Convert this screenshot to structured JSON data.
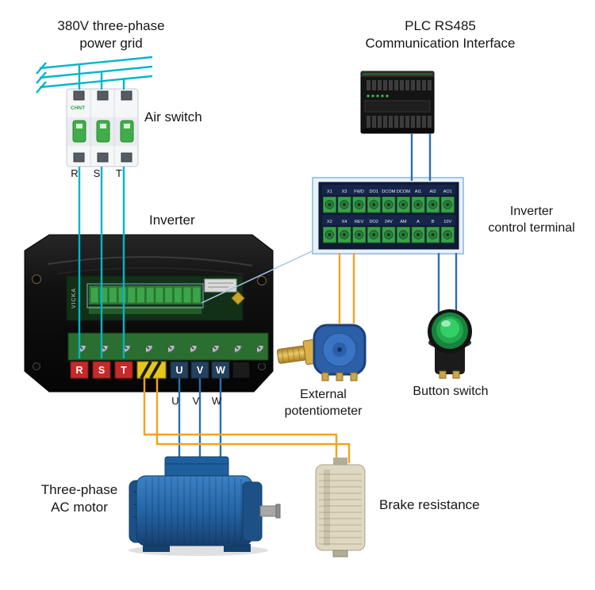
{
  "labels": {
    "power_grid_line1": "380V three-phase",
    "power_grid_line2": "power grid",
    "air_switch": "Air switch",
    "inverter": "Inverter",
    "plc_line1": "PLC RS485",
    "plc_line2": "Communication Interface",
    "control_terminal_line1": "Inverter",
    "control_terminal_line2": "control terminal",
    "potentiometer_line1": "External",
    "potentiometer_line2": "potentiometer",
    "button_switch": "Button switch",
    "motor_line1": "Three-phase",
    "motor_line2": "AC motor",
    "brake": "Brake resistance"
  },
  "phase_labels": {
    "r": "R",
    "s": "S",
    "t": "T"
  },
  "output_labels": {
    "u": "U",
    "v": "V",
    "w": "W"
  },
  "inverter_terminals": {
    "r": "R",
    "s": "S",
    "t": "T",
    "u": "U",
    "v": "V",
    "w": "W"
  },
  "breaker_brand": "CHNT",
  "inverter_brand": "VICKA",
  "terminal_strip": {
    "top_row": [
      "X1",
      "X3",
      "FWD",
      "DO1",
      "DCOM",
      "DCOM",
      "AI1",
      "AI2",
      "AO1"
    ],
    "bottom_row": [
      "X2",
      "X4",
      "REV",
      "DO2",
      "24V",
      "AM",
      "A",
      "B",
      "10V"
    ]
  },
  "colors": {
    "teal_wire": "#00b6c8",
    "blue_wire": "#2b6fb3",
    "orange_wire": "#f6a21d",
    "callout": "#a6c6e7",
    "terminal_green": "#3aa14a"
  }
}
